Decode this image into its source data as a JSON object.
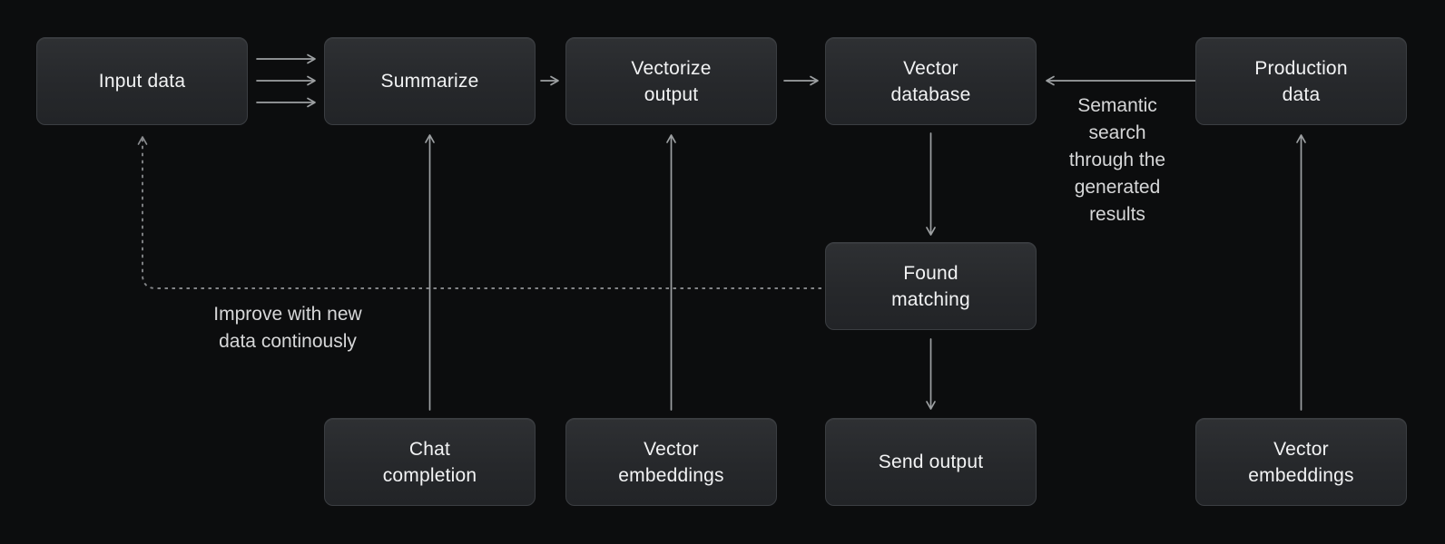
{
  "diagram": {
    "title": "RAG pipeline flow diagram",
    "colors": {
      "background": "#0c0d0e",
      "node_fill_top": "#2e3033",
      "node_fill_bottom": "#222427",
      "node_border": "#3b3e42",
      "node_text": "#f2f3f4",
      "annotation_text": "#d6d7d8",
      "arrow_solid": "#9da0a2",
      "arrow_dashed": "#828487"
    },
    "nodes": [
      {
        "id": "input-data",
        "label": "Input data"
      },
      {
        "id": "summarize",
        "label": "Summarize"
      },
      {
        "id": "vectorize-output",
        "label": "Vectorize\noutput"
      },
      {
        "id": "vector-database",
        "label": "Vector\ndatabase"
      },
      {
        "id": "production-data",
        "label": "Production\ndata"
      },
      {
        "id": "found-matching",
        "label": "Found\nmatching"
      },
      {
        "id": "chat-completion",
        "label": "Chat\ncompletion"
      },
      {
        "id": "vector-embeddings-left",
        "label": "Vector\nembeddings"
      },
      {
        "id": "send-output",
        "label": "Send output"
      },
      {
        "id": "vector-embeddings-right",
        "label": "Vector\nembeddings"
      }
    ],
    "annotations": [
      {
        "id": "semantic-search",
        "text": "Semantic\nsearch\nthrough the\ngenerated\nresults"
      },
      {
        "id": "improve-loop",
        "text": "Improve with new\ndata continously"
      }
    ],
    "edges": [
      {
        "from": "input-data",
        "to": "summarize",
        "style": "triple-solid"
      },
      {
        "from": "summarize",
        "to": "vectorize-output",
        "style": "solid"
      },
      {
        "from": "vectorize-output",
        "to": "vector-database",
        "style": "solid"
      },
      {
        "from": "production-data",
        "to": "vector-database",
        "style": "solid",
        "label": "Semantic search through the generated results"
      },
      {
        "from": "vector-database",
        "to": "found-matching",
        "style": "solid"
      },
      {
        "from": "found-matching",
        "to": "send-output",
        "style": "solid"
      },
      {
        "from": "chat-completion",
        "to": "summarize",
        "style": "solid"
      },
      {
        "from": "vector-embeddings-left",
        "to": "vectorize-output",
        "style": "solid"
      },
      {
        "from": "vector-embeddings-right",
        "to": "production-data",
        "style": "solid"
      },
      {
        "from": "found-matching",
        "to": "input-data",
        "style": "dashed",
        "label": "Improve with new data continously"
      }
    ]
  }
}
